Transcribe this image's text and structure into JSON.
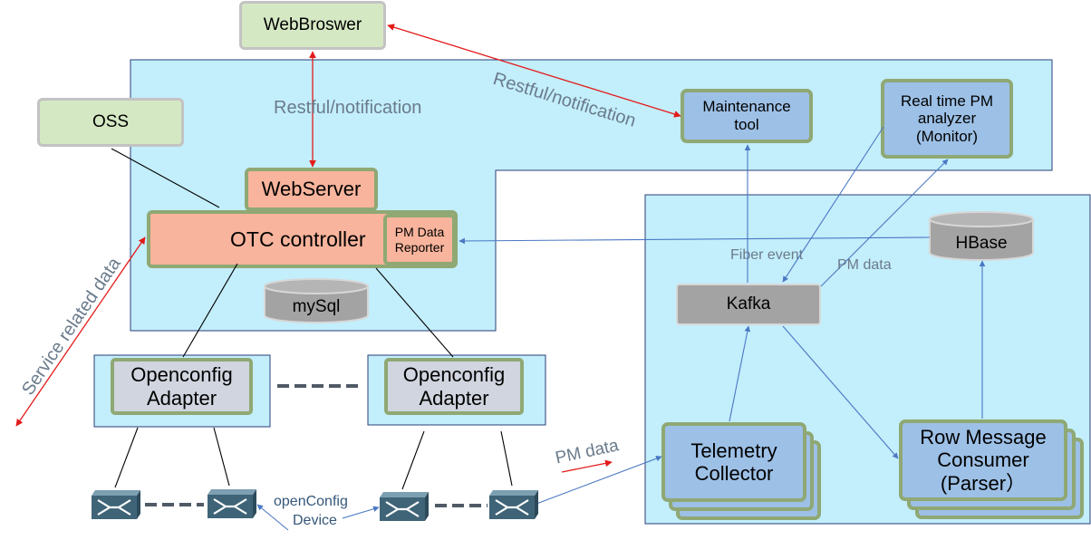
{
  "nodes": {
    "web_browser": "WebBroswer",
    "oss": "OSS",
    "web_server": "WebServer",
    "otc_controller": "OTC controller",
    "pm_data_reporter": "PM Data\nReporter",
    "mysql": "mySql",
    "maintenance_tool": "Maintenance\ntool",
    "realtime_pm_analyzer": "Real time PM\nanalyzer\n(Monitor)",
    "hbase": "HBase",
    "kafka": "Kafka",
    "adapter_left": "Openconfig\nAdapter",
    "adapter_right": "Openconfig\nAdapter",
    "telemetry_collector": "Telemetry\nCollector",
    "row_message_consumer": "Row Message\nConsumer\n(Parser）"
  },
  "edge_labels": {
    "restful_vertical": "Restful/notification",
    "restful_diagonal": "Restful/notification",
    "service_related": "Service related data",
    "fiber_event": "Fiber event",
    "pm_data_kafka": "PM data",
    "pm_data_devices": "PM data",
    "openconfig_device_line1": "openConfig",
    "openconfig_device_line2": "Device"
  },
  "colors": {
    "panel_cyan": "#c3eefb",
    "green_node": "#d5e8c4",
    "salmon_node": "#f8b49c",
    "blue_node": "#9dc0e6",
    "olive_border": "#8fa874",
    "gray_node": "#a3a3a3",
    "red_arrow": "#e31b1b",
    "blue_arrow": "#4a78c4",
    "device_icon": "#3f6478"
  }
}
